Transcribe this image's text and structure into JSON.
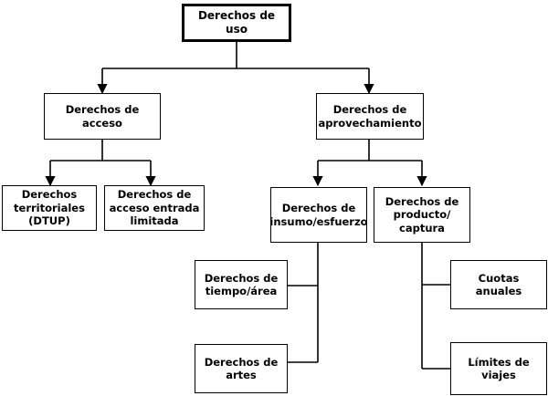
{
  "nodes": {
    "root": "Derechos de uso",
    "access": "Derechos de\nacceso",
    "exploitation": "Derechos de\naprovechamiento",
    "territorial": "Derechos\nterritoriales\n(DTUP)",
    "limited_entry": "Derechos de\nacceso entrada\nlimitada",
    "input_effort": "Derechos de\ninsumo/esfuerzo",
    "output_catch": "Derechos de\nproducto/\ncaptura",
    "time_area": "Derechos de\ntiempo/área",
    "gear": "Derechos de\nartes",
    "annual_quotas": "Cuotas\nanuales",
    "trip_limits": "Límites de viajes"
  },
  "colors": {
    "line": "#000000",
    "box_fill": "#ffffff",
    "text": "#000000"
  }
}
